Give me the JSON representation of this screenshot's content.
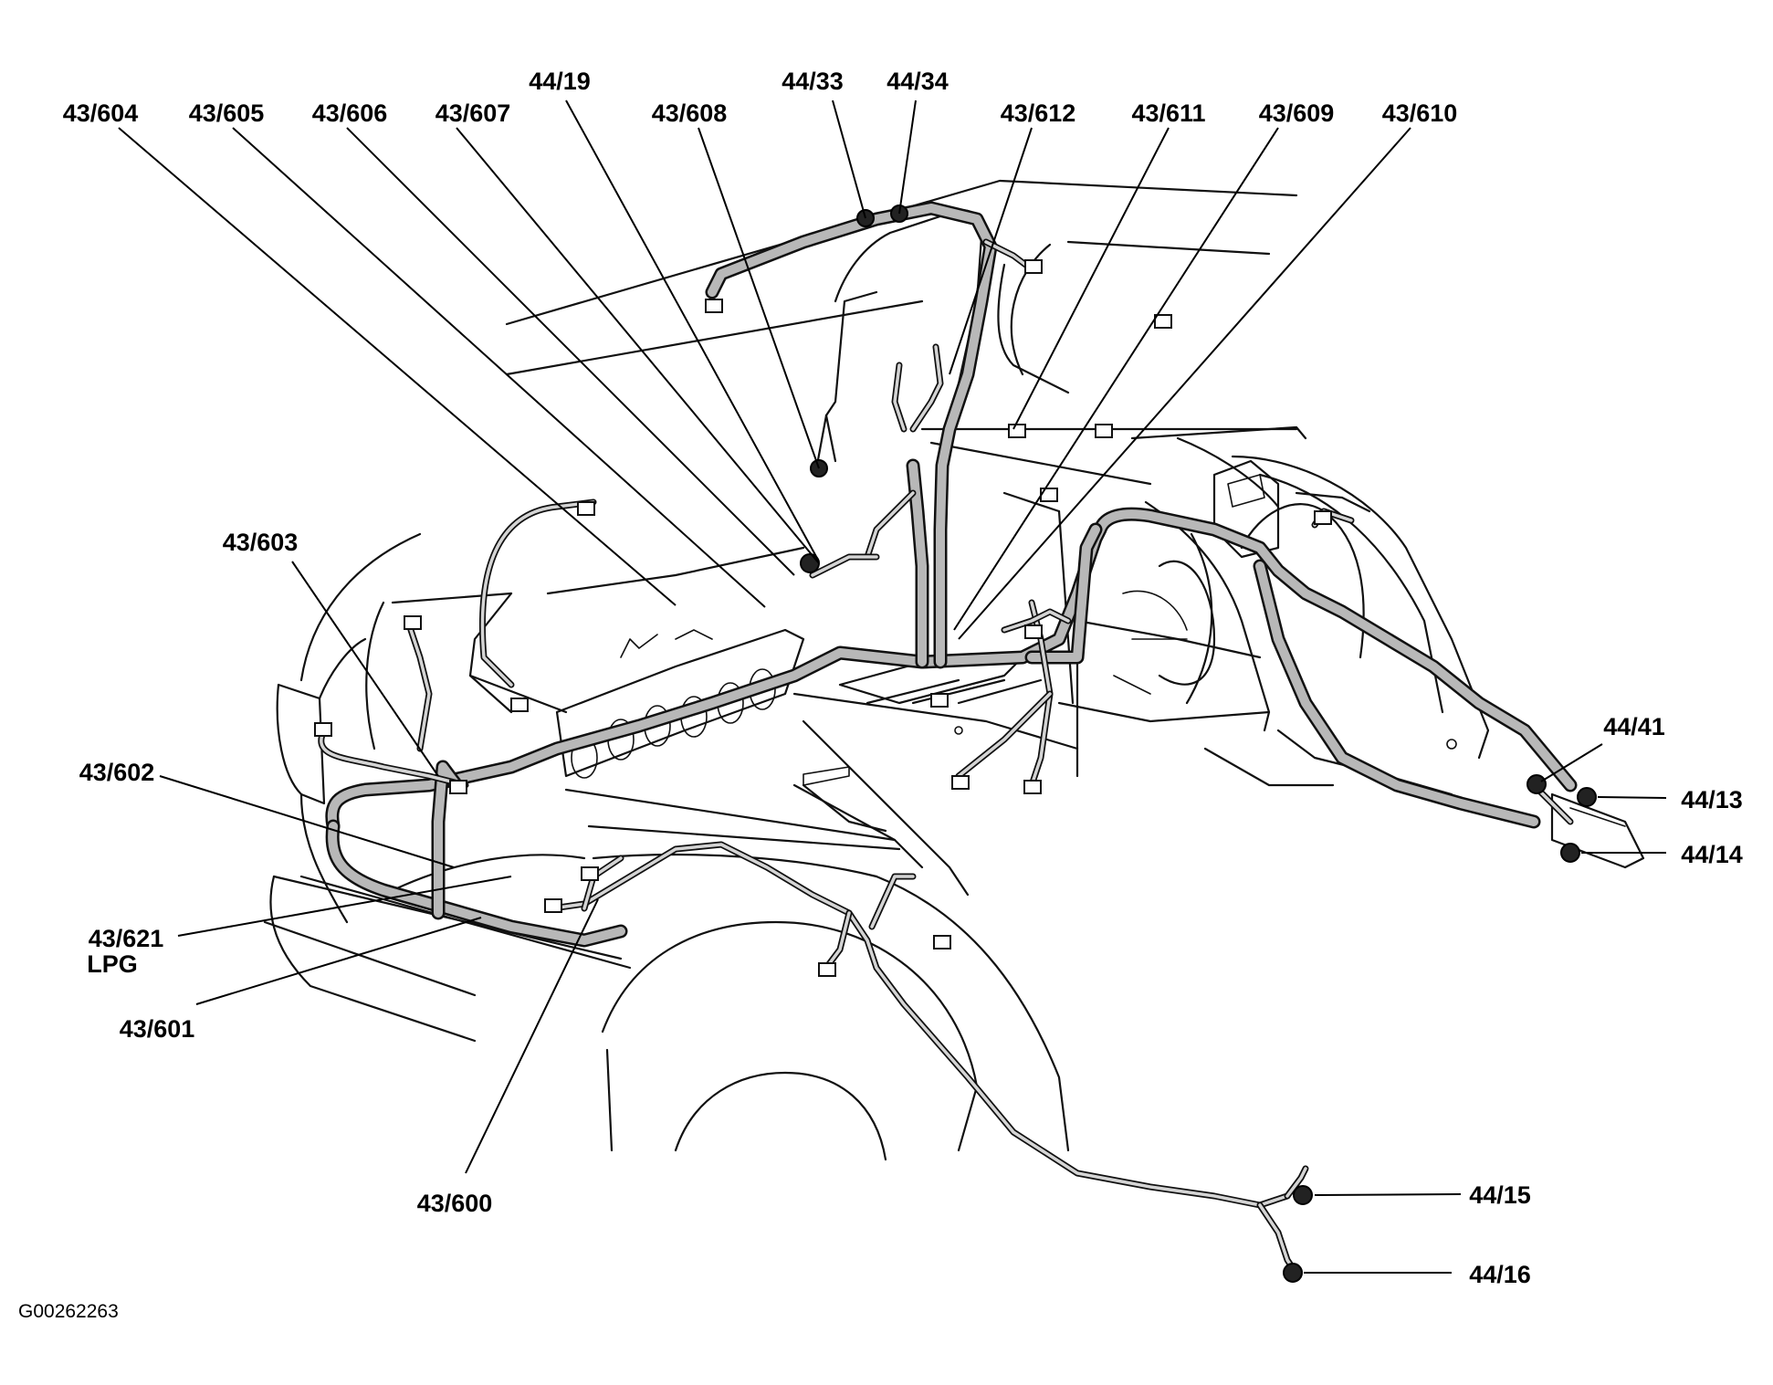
{
  "diagram": {
    "labels": {
      "l_43_604": "43/604",
      "l_43_605": "43/605",
      "l_43_606": "43/606",
      "l_43_607": "43/607",
      "l_44_19": "44/19",
      "l_43_608": "43/608",
      "l_44_33": "44/33",
      "l_44_34": "44/34",
      "l_43_612": "43/612",
      "l_43_611": "43/611",
      "l_43_609": "43/609",
      "l_43_610": "43/610",
      "l_43_603": "43/603",
      "l_43_602": "43/602",
      "l_43_621": "43/621",
      "l_lpg": "LPG",
      "l_43_601": "43/601",
      "l_43_600": "43/600",
      "l_44_41": "44/41",
      "l_44_13": "44/13",
      "l_44_14": "44/14",
      "l_44_15": "44/15",
      "l_44_16": "44/16"
    },
    "figure_code": "G00262263"
  }
}
